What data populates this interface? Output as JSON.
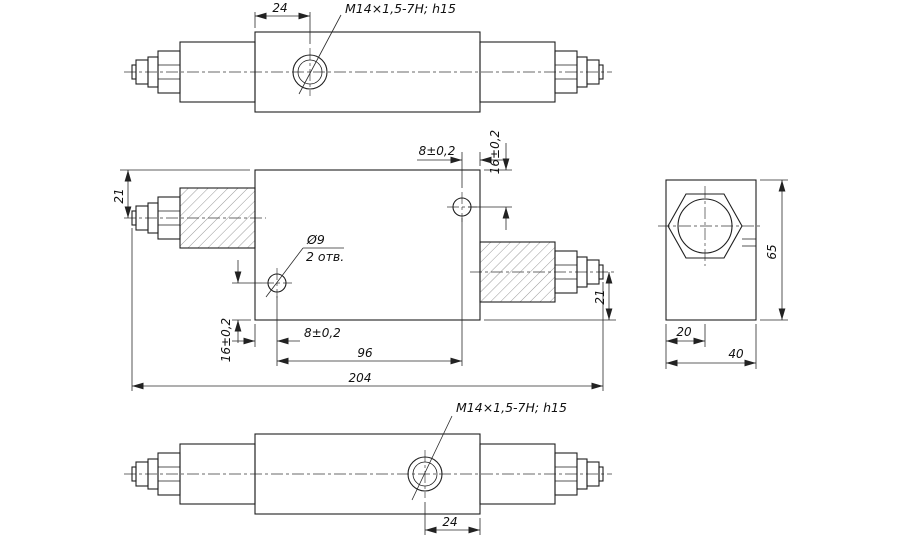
{
  "drawing": {
    "top_view": {
      "dim_24": "24",
      "thread_callout": "M14×1,5-7H; h15"
    },
    "front_view": {
      "dim_21_left": "21",
      "dim_8_top": "8±0,2",
      "dim_16_top": "16±0,2",
      "hole_callout_dia": "Ø9",
      "hole_callout_qty": "2 отв.",
      "dim_8_bottom": "8±0,2",
      "dim_16_bottom": "16±0,2",
      "dim_96": "96",
      "dim_204": "204",
      "dim_21_right": "21"
    },
    "side_view": {
      "dim_65": "65",
      "dim_20": "20",
      "dim_40": "40"
    },
    "bottom_view": {
      "dim_24": "24",
      "thread_callout": "M14×1,5-7H; h15"
    }
  }
}
